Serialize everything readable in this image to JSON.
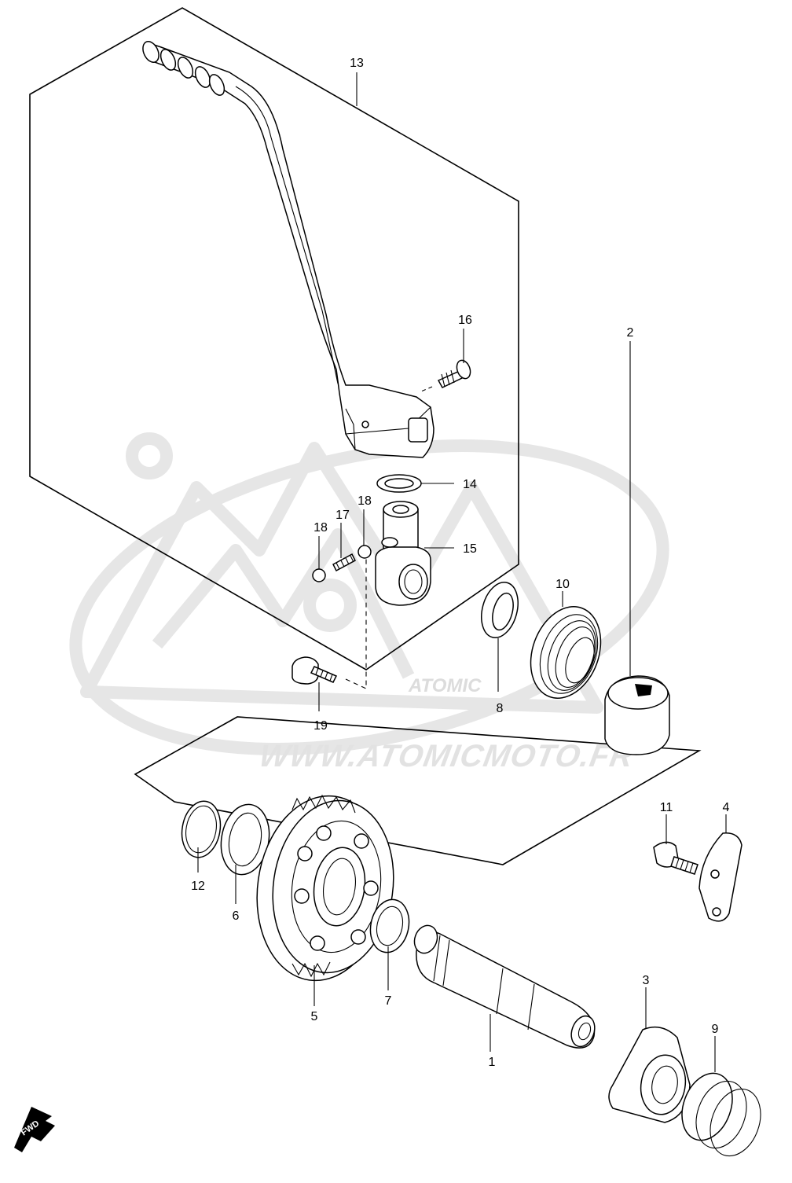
{
  "diagram": {
    "watermark": {
      "url_text": "WWW.ATOMICMOTO.FR",
      "logo_text": "ATOMIC"
    },
    "direction_badge": {
      "label": "FWD"
    },
    "parts": [
      {
        "id": "13",
        "name": "kick-starter-lever-assy"
      },
      {
        "id": "16",
        "name": "lever-bolt"
      },
      {
        "id": "14",
        "name": "washer"
      },
      {
        "id": "15",
        "name": "lever-boss"
      },
      {
        "id": "18",
        "name": "ball-upper"
      },
      {
        "id": "17",
        "name": "spring"
      },
      {
        "id": "18",
        "name": "ball-lower"
      },
      {
        "id": "19",
        "name": "lever-bolt-lower"
      },
      {
        "id": "10",
        "name": "return-spring"
      },
      {
        "id": "8",
        "name": "oil-seal"
      },
      {
        "id": "2",
        "name": "spring-guide"
      },
      {
        "id": "4",
        "name": "stopper-plate"
      },
      {
        "id": "11",
        "name": "stopper-bolt"
      },
      {
        "id": "12",
        "name": "circlip"
      },
      {
        "id": "6",
        "name": "washer-6"
      },
      {
        "id": "5",
        "name": "kick-driven-gear"
      },
      {
        "id": "7",
        "name": "washer-7"
      },
      {
        "id": "1",
        "name": "kick-starter-shaft"
      },
      {
        "id": "3",
        "name": "kick-drive-gear"
      },
      {
        "id": "9",
        "name": "spring-9"
      }
    ]
  }
}
